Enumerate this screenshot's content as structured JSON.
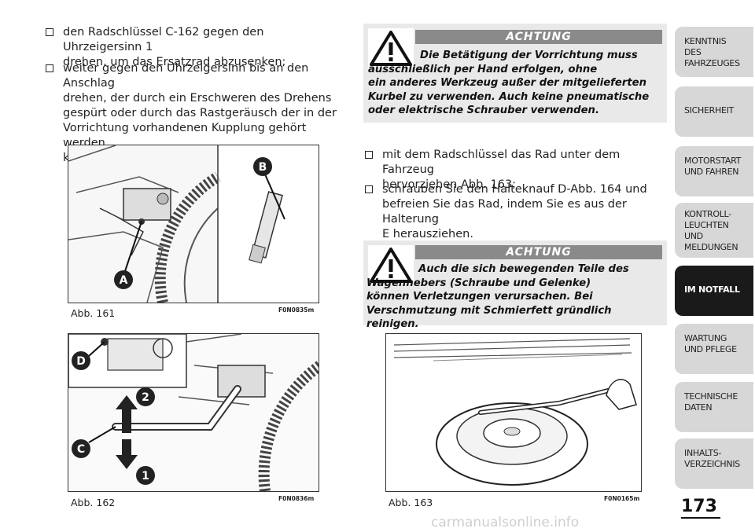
{
  "left_column": {
    "bullets": [
      "den Radschlüssel C-162 gegen den Uhrzeigersinn 1\ndrehen, um das Ersatzrad abzusenken;",
      "weiter gegen den Uhrzeigersinn bis an den Anschlag\ndrehen, der durch ein Erschweren des Drehens\ngespürt oder durch das Rastgeräusch der in der\nVorrichtung vorhandenen Kupplung gehört werden\nkann;"
    ]
  },
  "warning_1": {
    "header": "ACHTUNG",
    "text": "Die Betätigung der Vorrichtung muss\nausschließlich per Hand erfolgen, ohne\nein anderes Werkzeug außer der mitgelieferten\nKurbel zu verwenden. Auch keine pneumatische\noder elektrische Schrauber verwenden."
  },
  "right_column": {
    "bullets": [
      "mit dem Radschlüssel das Rad unter dem Fahrzeug\nhervorziehen Abb. 163;",
      "schrauben Sie den Halteknauf D-Abb. 164 und\nbefreien Sie das Rad, indem Sie es aus der Halterung\nE herausziehen."
    ]
  },
  "warning_2": {
    "header": "ACHTUNG",
    "text": "Auch die sich bewegenden Teile des\nWagenhebers (Schraube und Gelenke)\nkönnen Verletzungen verursachen. Bei\nVerschmutzung mit Schmierfett gründlich reinigen."
  },
  "figures": {
    "fig161": {
      "caption": "Abb. 161",
      "code": "F0N0835m",
      "labels": [
        "A",
        "B"
      ]
    },
    "fig162": {
      "caption": "Abb. 162",
      "code": "F0N0836m",
      "labels": [
        "D",
        "2",
        "C",
        "1"
      ]
    },
    "fig163": {
      "caption": "Abb. 163",
      "code": "F0N0165m"
    }
  },
  "side_tabs": [
    "KENNTNIS\nDES FAHRZEUGES",
    "SICHERHEIT",
    "MOTORSTART\nUND FAHREN",
    "KONTROLL-\nLEUCHTEN\nUND MELDUNGEN",
    "IM NOTFALL",
    "WARTUNG\nUND PFLEGE",
    "TECHNISCHE\nDATEN",
    "INHALTS-\nVERZEICHNIS"
  ],
  "active_tab_index": 4,
  "page_number": "173",
  "watermark": "carmanualsonline.info"
}
